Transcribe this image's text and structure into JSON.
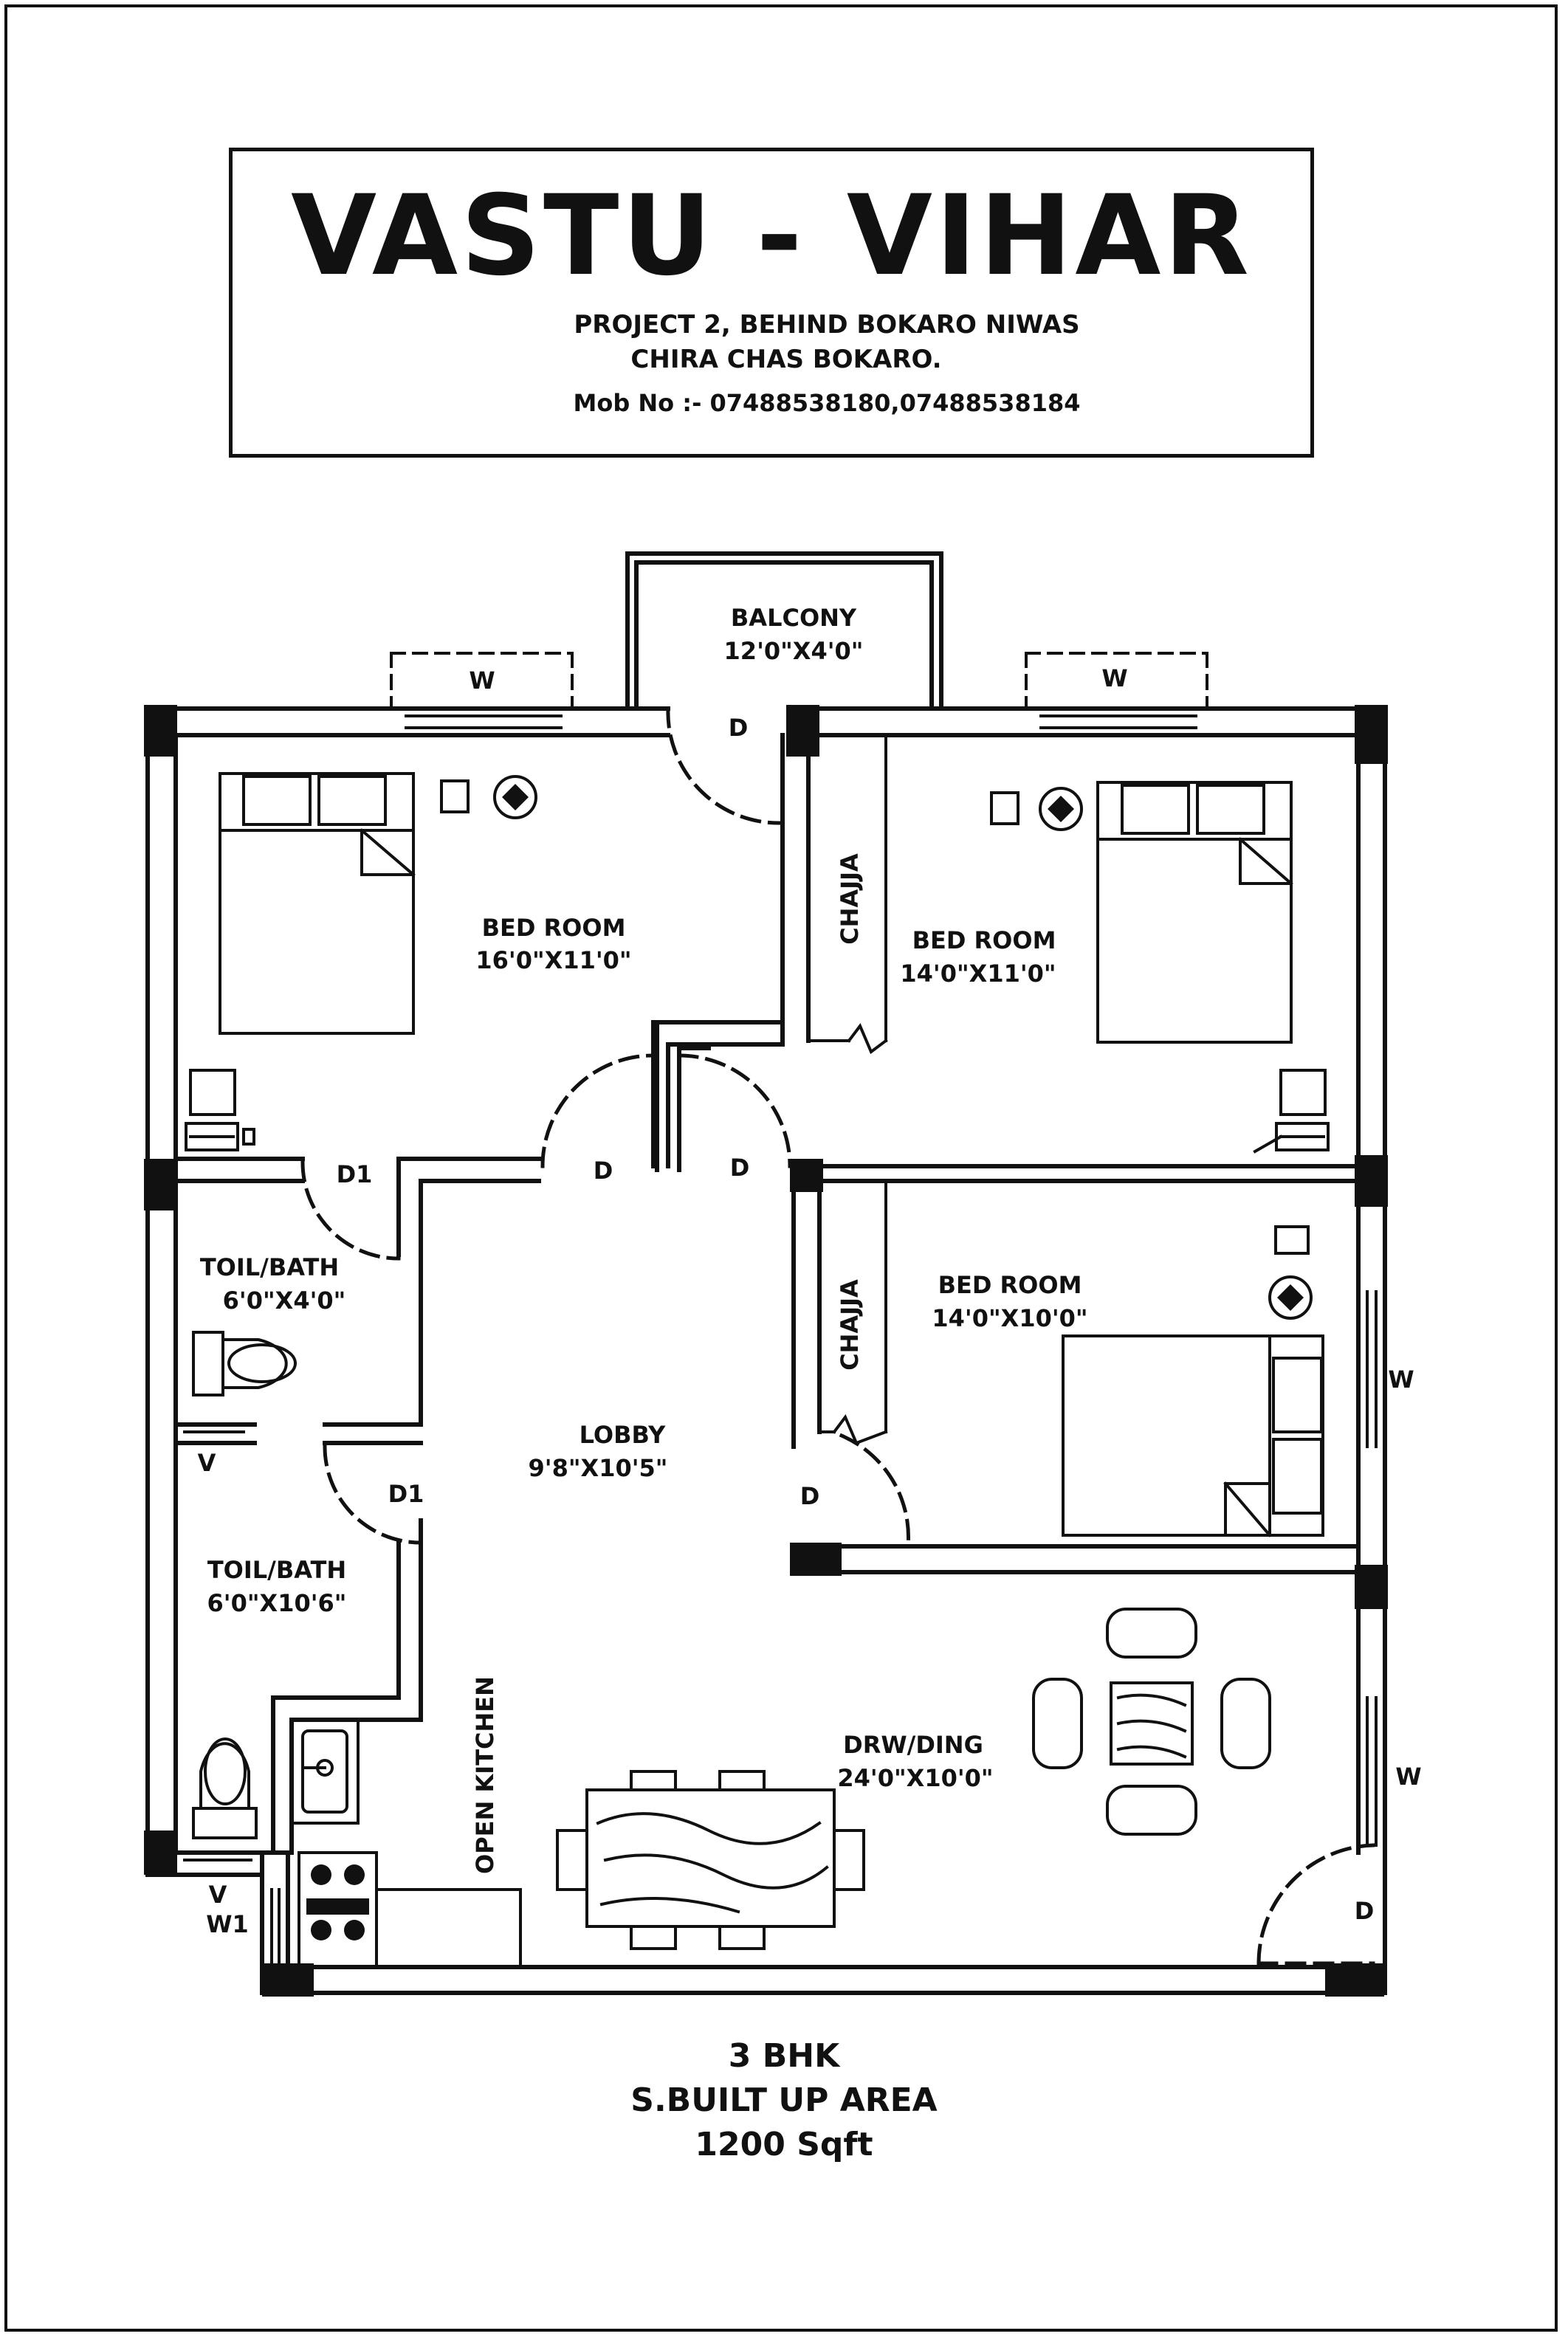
{
  "header": {
    "title": "VASTU - VIHAR",
    "address_line_1": "PROJECT 2, BEHIND BOKARO NIWAS",
    "address_line_2": "CHIRA CHAS BOKARO.",
    "mobile": "Mob No :- 07488538180,07488538184"
  },
  "rooms": {
    "balcony": {
      "name": "BALCONY",
      "size": "12'0\"X4'0\""
    },
    "bedroom_1": {
      "name": "BED ROOM",
      "size": "16'0\"X11'0\""
    },
    "bedroom_2": {
      "name": "BED ROOM",
      "size": "14'0\"X11'0\""
    },
    "bedroom_3": {
      "name": "BED ROOM",
      "size": "14'0\"X10'0\""
    },
    "toilet_1": {
      "name": "TOIL/BATH",
      "size": "6'0\"X4'0\""
    },
    "toilet_2": {
      "name": "TOIL/BATH",
      "size": "6'0\"X10'6\""
    },
    "lobby": {
      "name": "LOBBY",
      "size": "9'8\"X10'5\""
    },
    "drawing_dining": {
      "name": "DRW/DING",
      "size": "24'0\"X10'0\""
    },
    "open_kitchen": {
      "name": "OPEN KITCHEN"
    }
  },
  "labels": {
    "chajja": "CHAJJA",
    "window": "W",
    "door": "D",
    "door_d1": "D1",
    "ventilator": "V",
    "window_w1": "W1"
  },
  "footer": {
    "bhk": "3 BHK",
    "area_label": "S.BUILT UP AREA",
    "area_value": "1200 Sqft"
  }
}
